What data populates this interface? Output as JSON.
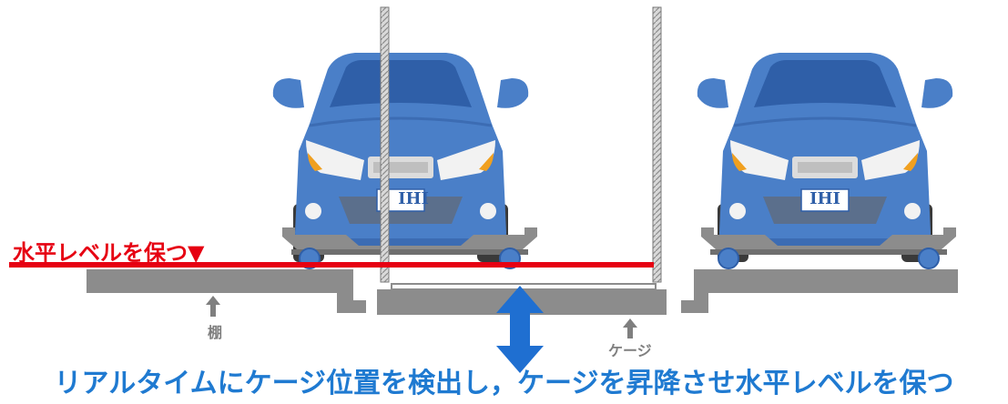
{
  "labels": {
    "level": "水平レベルを保つ▼",
    "shelf": "棚",
    "cage": "ケージ",
    "plate": "IHI",
    "caption": "リアルタイムにケージ位置を検出し，ケージを昇降させ水平レベルを保つ"
  },
  "colors": {
    "car_body": "#4a7fc8",
    "car_dark": "#2f5fa8",
    "grill": "#5b6f8c",
    "headlight": "#f2f2f2",
    "amber": "#f0a020",
    "platform": "#8c8c8c",
    "red_line": "#e60012",
    "blue_arrow": "#1f6fd1",
    "label_gray": "#7f7f7f"
  },
  "icons": [
    "up-arrow-icon",
    "double-vertical-arrow-icon"
  ]
}
